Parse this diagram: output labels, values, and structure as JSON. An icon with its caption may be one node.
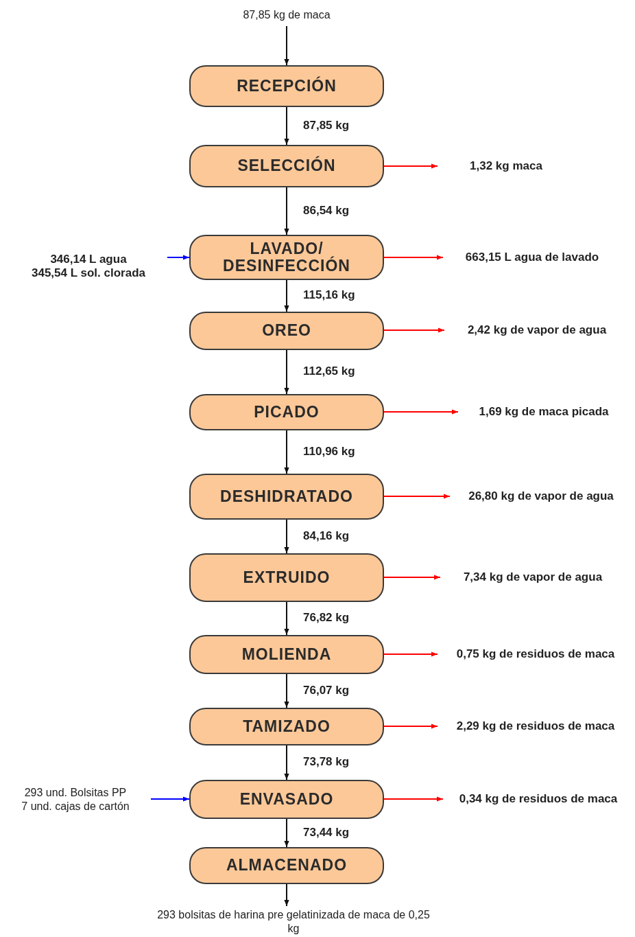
{
  "diagram": {
    "nodes": [
      {
        "text": [
          "87,85 kg de maca"
        ]
      },
      {
        "text": [
          "RECEPCIÓN"
        ]
      },
      {
        "text": [
          "SELECCIÓN"
        ]
      },
      {
        "text": [
          "LAVADO/ DESINFECCIÓN"
        ]
      },
      {
        "text": [
          "OREO"
        ]
      },
      {
        "text": [
          "PICADO"
        ]
      },
      {
        "text": [
          "DESHIDRATADO"
        ]
      },
      {
        "text": [
          "EXTRUIDO"
        ]
      },
      {
        "text": [
          "MOLIENDA"
        ]
      },
      {
        "text": [
          "TAMIZADO"
        ]
      },
      {
        "text": [
          "ENVASADO"
        ]
      },
      {
        "text": [
          "ALMACENADO"
        ]
      },
      {
        "text": [
          "293 bolsitas de harina pre gelatinizada de maca de 0,25 kg"
        ]
      },
      {
        "text": [
          "346,14 L agua",
          "345,54 L sol. clorada"
        ]
      },
      {
        "text": [
          "293 und. Bolsitas PP",
          "7 und. cajas de cartón"
        ]
      },
      {
        "text": [
          "1,32 kg maca"
        ]
      },
      {
        "text": [
          "663,15 L agua de lavado"
        ]
      },
      {
        "text": [
          "2,42 kg de vapor de agua"
        ]
      },
      {
        "text": [
          "1,69 kg de maca picada"
        ]
      },
      {
        "text": [
          "26,80 kg de vapor de agua"
        ]
      },
      {
        "text": [
          "7,34 kg de vapor de agua"
        ]
      },
      {
        "text": [
          "0,75 kg de residuos de maca"
        ]
      },
      {
        "text": [
          "2,29 kg de residuos de maca"
        ]
      },
      {
        "text": [
          "0,34 kg de residuos de maca"
        ]
      }
    ],
    "edges": [
      {
        "from": 0,
        "to": 1,
        "arrow": "to"
      },
      {
        "from": 1,
        "to": 2,
        "arrow": "to",
        "label": "87,85 kg"
      },
      {
        "from": 2,
        "to": 3,
        "arrow": "to",
        "label": "86,54 kg"
      },
      {
        "from": 3,
        "to": 4,
        "arrow": "to",
        "label": "115,16 kg"
      },
      {
        "from": 4,
        "to": 5,
        "arrow": "to",
        "label": "112,65 kg"
      },
      {
        "from": 5,
        "to": 6,
        "arrow": "to",
        "label": "110,96 kg"
      },
      {
        "from": 6,
        "to": 7,
        "arrow": "to",
        "label": "84,16 kg"
      },
      {
        "from": 7,
        "to": 8,
        "arrow": "to",
        "label": "76,82 kg"
      },
      {
        "from": 8,
        "to": 9,
        "arrow": "to",
        "label": "76,07 kg"
      },
      {
        "from": 9,
        "to": 10,
        "arrow": "to",
        "label": "73,78 kg"
      },
      {
        "from": 10,
        "to": 11,
        "arrow": "to",
        "label": "73,44 kg"
      },
      {
        "from": 11,
        "to": 12,
        "arrow": "to"
      },
      {
        "from": 13,
        "to": 3,
        "arrow": "to",
        "color": "#0000ff"
      },
      {
        "from": 14,
        "to": 10,
        "arrow": "to",
        "color": "#0000ff"
      },
      {
        "from": 2,
        "to": 15,
        "arrow": "to",
        "color": "#ff0000"
      },
      {
        "from": 3,
        "to": 16,
        "arrow": "to",
        "color": "#ff0000"
      },
      {
        "from": 4,
        "to": 17,
        "arrow": "to",
        "color": "#ff0000"
      },
      {
        "from": 5,
        "to": 18,
        "arrow": "to",
        "color": "#ff0000"
      },
      {
        "from": 6,
        "to": 19,
        "arrow": "to",
        "color": "#ff0000"
      },
      {
        "from": 7,
        "to": 20,
        "arrow": "to",
        "color": "#ff0000"
      },
      {
        "from": 8,
        "to": 21,
        "arrow": "to",
        "color": "#ff0000"
      },
      {
        "from": 9,
        "to": 22,
        "arrow": "to",
        "color": "#ff0000"
      },
      {
        "from": 10,
        "to": 23,
        "arrow": "to",
        "color": "#ff0000"
      }
    ]
  }
}
